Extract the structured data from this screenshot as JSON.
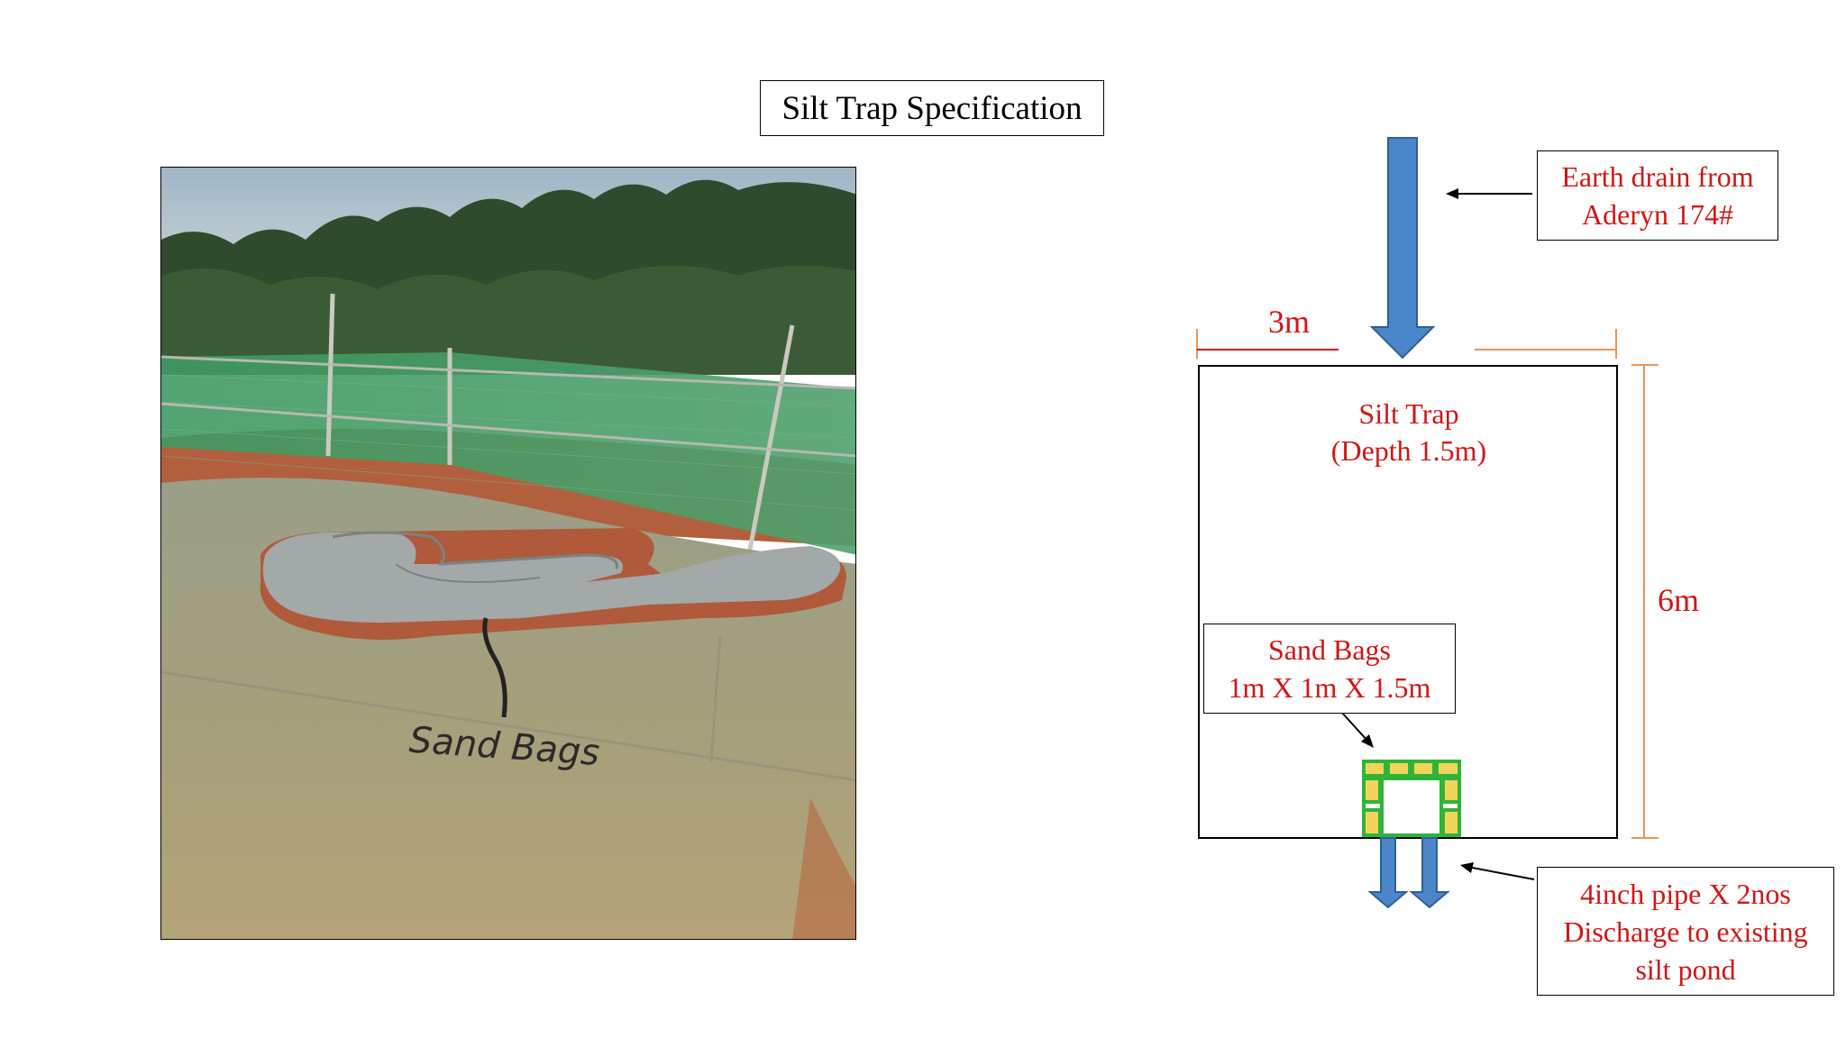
{
  "title": "Silt Trap Specification",
  "photo": {
    "handwritten_label": "Sand Bags"
  },
  "diagram": {
    "inflow_label": [
      "Earth drain from",
      "Aderyn 174#"
    ],
    "width_label": "3m",
    "height_label": "6m",
    "trap_label": [
      "Silt Trap",
      "(Depth 1.5m)"
    ],
    "sandbag_label": [
      "Sand Bags",
      "1m X 1m X 1.5m"
    ],
    "pipe_label": [
      "4inch pipe X 2nos",
      "Discharge to existing",
      "silt pond"
    ]
  },
  "colors": {
    "label_red": "#d01616",
    "arrow_blue": "#4a86c8",
    "sandbag_yellow": "#f2d45c",
    "sandbag_outline": "#2fb43a",
    "dimension_orange": "#e8955a"
  }
}
